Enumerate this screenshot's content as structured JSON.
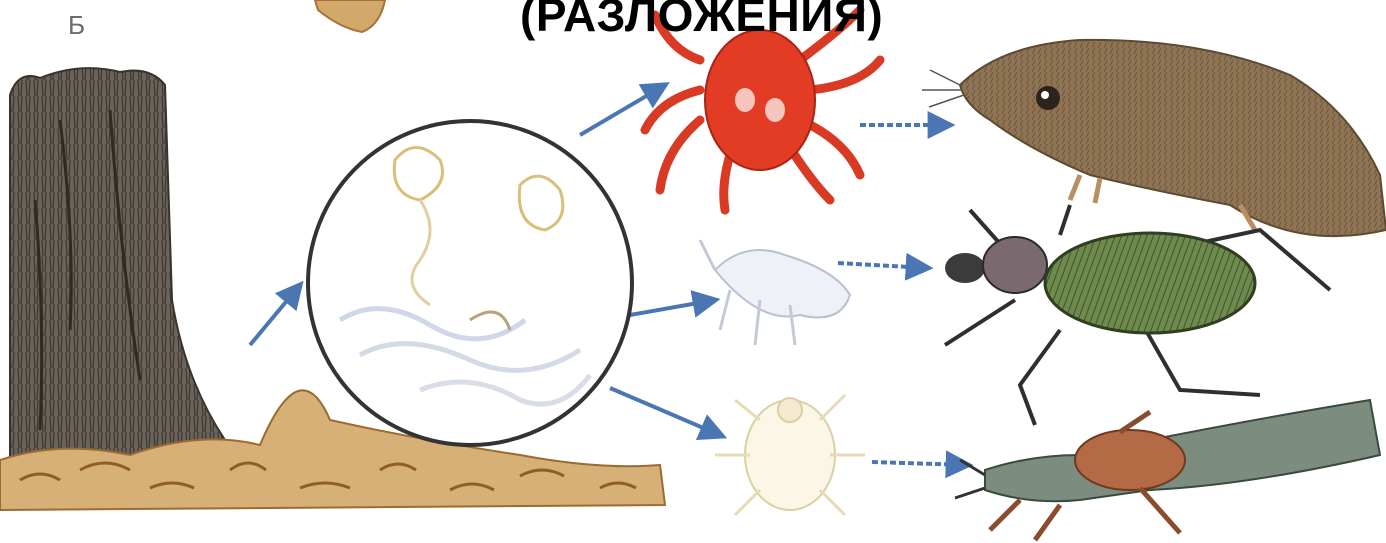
{
  "panel_label": "Б",
  "title": "(РАЗЛОЖЕНИЯ)",
  "colors": {
    "arrow": "#4b76b4",
    "tree_bark": "#5a5249",
    "litter": "#c8964f",
    "mite_red": "#e03a22",
    "shrew": "#8c7252",
    "beetle_green": "#5f7a45",
    "rove_beetle": "#6b7f70",
    "circle_stroke": "#333333"
  },
  "nodes": [
    {
      "id": "tree-stump",
      "icon": "tree-stump-icon"
    },
    {
      "id": "leaf-litter",
      "icon": "leaf-litter-icon"
    },
    {
      "id": "soil-microorganisms",
      "icon": "microorganisms-circle-icon"
    },
    {
      "id": "red-mite",
      "icon": "red-mite-icon"
    },
    {
      "id": "springtail",
      "icon": "springtail-icon"
    },
    {
      "id": "pale-mite",
      "icon": "pale-mite-icon"
    },
    {
      "id": "shrew",
      "icon": "shrew-icon"
    },
    {
      "id": "ground-beetle",
      "icon": "ground-beetle-icon"
    },
    {
      "id": "rove-beetle",
      "icon": "rove-beetle-icon"
    }
  ],
  "edges": [
    {
      "from": "leaf-litter",
      "to": "soil-microorganisms"
    },
    {
      "from": "soil-microorganisms",
      "to": "red-mite"
    },
    {
      "from": "soil-microorganisms",
      "to": "springtail"
    },
    {
      "from": "soil-microorganisms",
      "to": "pale-mite"
    },
    {
      "from": "red-mite",
      "to": "shrew"
    },
    {
      "from": "springtail",
      "to": "ground-beetle"
    },
    {
      "from": "pale-mite",
      "to": "rove-beetle"
    }
  ]
}
